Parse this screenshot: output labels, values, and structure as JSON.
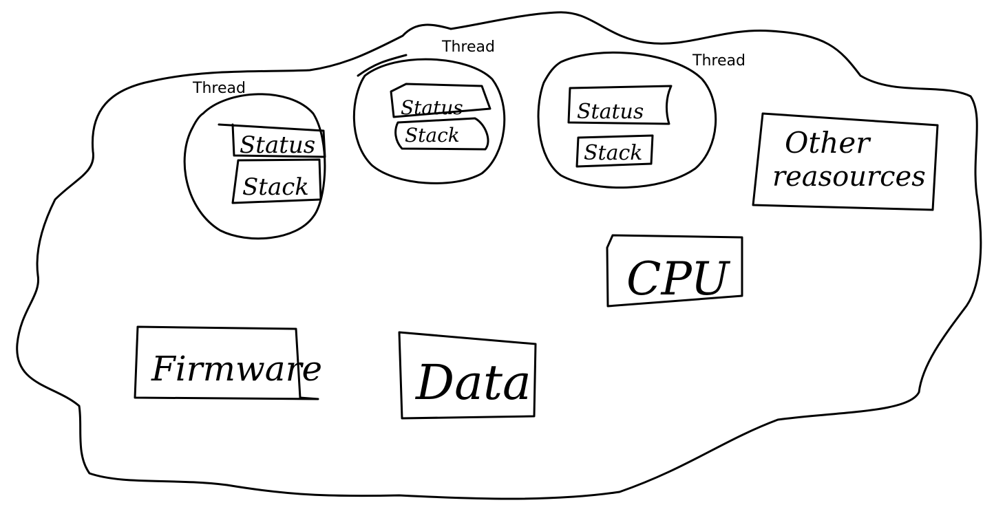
{
  "diagram": {
    "threads": [
      {
        "label": "Thread",
        "status": "Status",
        "stack": "Stack"
      },
      {
        "label": "Thread",
        "status": "Status",
        "stack": "Stack"
      },
      {
        "label": "Thread",
        "status": "Status",
        "stack": "Stack"
      }
    ],
    "blocks": {
      "other": {
        "line1": "Other",
        "line2": "reasources"
      },
      "cpu": "CPU",
      "firmware": "Firmware",
      "data": "Data"
    }
  },
  "colors": {
    "ink": "#000000",
    "background": "#ffffff"
  }
}
